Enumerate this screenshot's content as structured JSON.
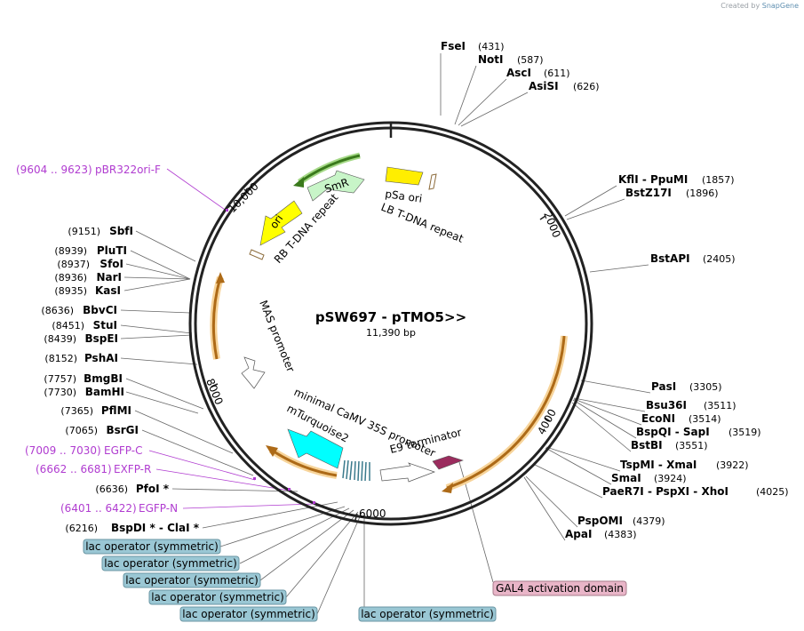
{
  "credit": {
    "prefix": "Created by",
    "brand": "SnapGene"
  },
  "plasmid": {
    "name": "pSW697 - pTMO5>>",
    "length_text": "11,390 bp",
    "length": 11390
  },
  "ticks": [
    {
      "label": "2000",
      "pos": 2000
    },
    {
      "label": "4000",
      "pos": 4000
    },
    {
      "label": "6000",
      "pos": 6000
    },
    {
      "label": "8000",
      "pos": 8000
    },
    {
      "label": "10,000",
      "pos": 10000
    }
  ],
  "enzymes": [
    {
      "name": "FseI",
      "pos": "(431)"
    },
    {
      "name": "NotI",
      "pos": "(587)"
    },
    {
      "name": "AscI",
      "pos": "(611)"
    },
    {
      "name": "AsiSI",
      "pos": "(626)"
    },
    {
      "name": "KflI  -  PpuMI",
      "pos": "(1857)"
    },
    {
      "name": "BstZ17I",
      "pos": "(1896)"
    },
    {
      "name": "BstAPI",
      "pos": "(2405)"
    },
    {
      "name": "PasI",
      "pos": "(3305)"
    },
    {
      "name": "Bsu36I",
      "pos": "(3511)"
    },
    {
      "name": "EcoNI",
      "pos": "(3514)"
    },
    {
      "name": "BspQI  -  SapI",
      "pos": "(3519)"
    },
    {
      "name": "BstBI",
      "pos": "(3551)"
    },
    {
      "name": "TspMI  -  XmaI",
      "pos": "(3922)"
    },
    {
      "name": "SmaI",
      "pos": "(3924)"
    },
    {
      "name": "PaeR7I  -  PspXI  -  XhoI",
      "pos": "(4025)"
    },
    {
      "name": "PspOMI",
      "pos": "(4379)"
    },
    {
      "name": "ApaI",
      "pos": "(4383)"
    },
    {
      "name": "SbfI",
      "pos": "(9151)"
    },
    {
      "name": "PluTI",
      "pos": "(8939)"
    },
    {
      "name": "SfoI",
      "pos": "(8937)"
    },
    {
      "name": "NarI",
      "pos": "(8936)"
    },
    {
      "name": "KasI",
      "pos": "(8935)"
    },
    {
      "name": "BbvCI",
      "pos": "(8636)"
    },
    {
      "name": "StuI",
      "pos": "(8451)"
    },
    {
      "name": "BspEI",
      "pos": "(8439)"
    },
    {
      "name": "PshAI",
      "pos": "(8152)"
    },
    {
      "name": "BmgBI",
      "pos": "(7757)"
    },
    {
      "name": "BamHI",
      "pos": "(7730)"
    },
    {
      "name": "PflMI",
      "pos": "(7365)"
    },
    {
      "name": "BsrGI",
      "pos": "(7065)"
    },
    {
      "name": "PfoI *",
      "pos": "(6636)"
    },
    {
      "name": "BspDI *  -  ClaI *",
      "pos": "(6216)"
    }
  ],
  "primers": [
    {
      "range": "(9604 .. 9623)",
      "name": "pBR322ori-F"
    },
    {
      "range": "(7009 .. 7030)",
      "name": "EGFP-C"
    },
    {
      "range": "(6662 .. 6681)",
      "name": "EXFP-R"
    },
    {
      "range": "(6401 .. 6422)",
      "name": "EGFP-N"
    }
  ],
  "features": [
    {
      "label": "SmR"
    },
    {
      "label": "ori"
    },
    {
      "label": "pSa ori"
    },
    {
      "label": "LB T-DNA repeat"
    },
    {
      "label": "RB T-DNA repeat"
    },
    {
      "label": "MAS promoter"
    },
    {
      "label": "minimal CaMV 35S promoter"
    },
    {
      "label": "mTurquoise2"
    },
    {
      "label": "E9 terminator"
    }
  ],
  "boxed": [
    {
      "label": "lac operator (symmetric)"
    },
    {
      "label": "lac operator (symmetric)"
    },
    {
      "label": "lac operator (symmetric)"
    },
    {
      "label": "lac operator (symmetric)"
    },
    {
      "label": "lac operator (symmetric)"
    },
    {
      "label": "lac operator (symmetric)"
    },
    {
      "label": "GAL4 activation domain"
    }
  ],
  "colors": {
    "backbone": "#222222",
    "primer": "#b03cd0",
    "smr": "#c8f5c8",
    "ori": "#ffff00",
    "psa_ori": "#ffee00",
    "mturquoise": "#00ffff",
    "gal4": "#9b2c5e",
    "lac_box": "#9ac7d4",
    "gal4_box": "#e9b5c8",
    "orf_arrow": "#ad6a17",
    "orf_glow": "#f7d49a"
  }
}
